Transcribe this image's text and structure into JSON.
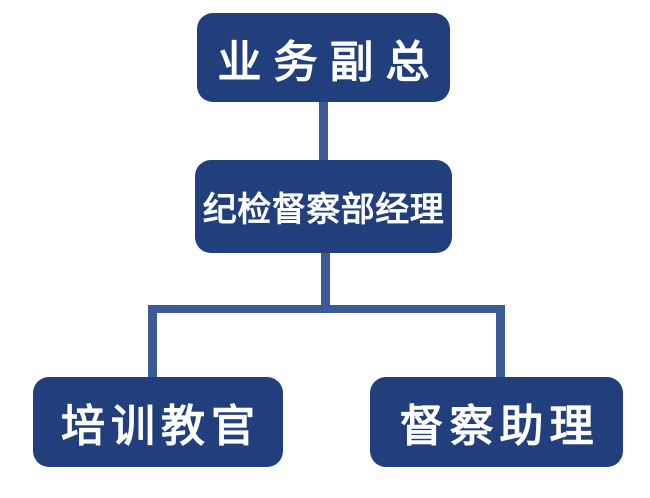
{
  "diagram": {
    "type": "org-chart",
    "nodes": {
      "top": {
        "label": "业务副总"
      },
      "middle": {
        "label": "纪检督察部经理"
      },
      "bottom_left": {
        "label": "培训教官"
      },
      "bottom_right": {
        "label": "督察助理"
      }
    },
    "edges": [
      {
        "from": "top",
        "to": "middle"
      },
      {
        "from": "middle",
        "to": "bottom_left"
      },
      {
        "from": "middle",
        "to": "bottom_right"
      }
    ],
    "colors": {
      "node_fill": "#213F7D",
      "connector": "#3C5A96",
      "text": "#FFFFFF",
      "background": "#FFFFFF"
    }
  }
}
